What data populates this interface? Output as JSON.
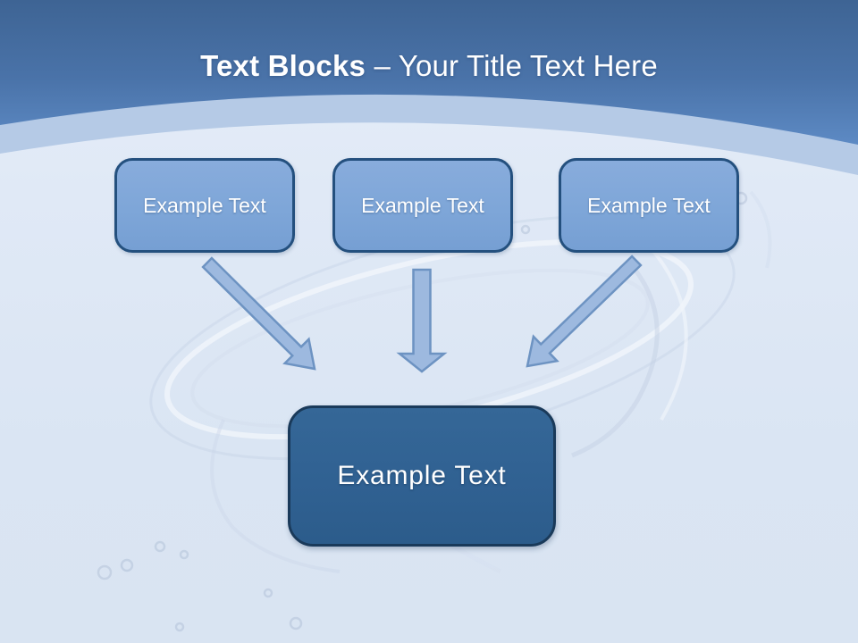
{
  "title": {
    "bold": "Text Blocks",
    "regular": "– Your Title Text Here"
  },
  "diagram": {
    "sources": [
      {
        "id": "block-1",
        "label": "Example Text"
      },
      {
        "id": "block-2",
        "label": "Example Text"
      },
      {
        "id": "block-3",
        "label": "Example Text"
      }
    ],
    "target": {
      "id": "target-block",
      "label": "Example Text"
    },
    "arrows": [
      {
        "from": "block-1",
        "to": "target-block",
        "direction": "down-right"
      },
      {
        "from": "block-2",
        "to": "target-block",
        "direction": "down"
      },
      {
        "from": "block-3",
        "to": "target-block",
        "direction": "down-left"
      }
    ]
  },
  "colors": {
    "header_gradient_top": "#3e6494",
    "header_gradient_bottom": "#5d8ac4",
    "header_band": "#b5cae6",
    "body_background": "#dce6f3",
    "source_block_fill": "#7ea6d8",
    "source_block_border": "#24507e",
    "target_block_fill": "#306192",
    "target_block_border": "#1a3a5a",
    "arrow_fill": "#9db9df",
    "arrow_stroke": "#6d93c2",
    "title_text": "#ffffff"
  }
}
